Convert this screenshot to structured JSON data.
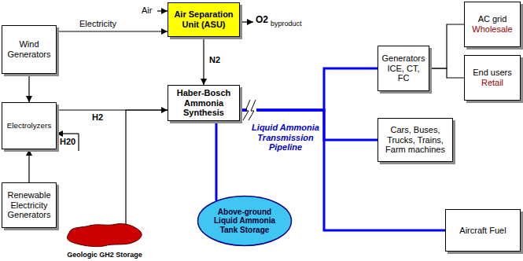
{
  "diagram": {
    "nodes": [
      {
        "text": [
          "Air Separation Unit (ASU)"
        ]
      },
      {
        "text": [
          "Wind Generators"
        ]
      },
      {
        "text": [
          "Haber-Bosch Ammonia Synthesis"
        ]
      },
      {
        "text": [
          "Electrolyzers"
        ]
      },
      {
        "text": [
          "Renewable Electricity Generators"
        ]
      },
      {
        "text": [
          "Geologic GH2 Storage"
        ]
      },
      {
        "text": [
          "Above-ground Liquid Ammonia Tank Storage"
        ]
      },
      {
        "text": [
          "Generators ICE, CT, FC"
        ]
      },
      {
        "text": [
          "AC grid",
          "Wholesale"
        ]
      },
      {
        "text": [
          "End users",
          "Retail"
        ]
      },
      {
        "text": [
          "Cars, Buses, Trucks, Trains, Farm machines"
        ]
      },
      {
        "text": [
          "Aircraft Fuel"
        ]
      }
    ],
    "edges": [
      {
        "from": 1,
        "to": 0,
        "arrow": "to",
        "label": "Electricity"
      },
      {
        "from": 1,
        "to": 3,
        "arrow": "to"
      },
      {
        "from": 0,
        "to": 2,
        "arrow": "to",
        "label": "N2"
      },
      {
        "from": 3,
        "to": 2,
        "arrow": "to",
        "label": "H2"
      },
      {
        "from": 4,
        "to": 3,
        "arrow": "to"
      },
      {
        "from": 5,
        "to": 2,
        "arrow": "none"
      },
      {
        "from": 2,
        "to": 7,
        "arrow": "none"
      },
      {
        "from": 2,
        "to": 10,
        "arrow": "none"
      },
      {
        "from": 2,
        "to": 11,
        "arrow": "none"
      },
      {
        "from": 2,
        "to": 6,
        "arrow": "none"
      },
      {
        "from": 7,
        "to": 8,
        "arrow": "none"
      },
      {
        "from": 7,
        "to": 9,
        "arrow": "none"
      }
    ],
    "labels": [
      "Air",
      "O2",
      "byproduct",
      "H20",
      "Liquid Ammonia Transmission Pipeline"
    ]
  }
}
